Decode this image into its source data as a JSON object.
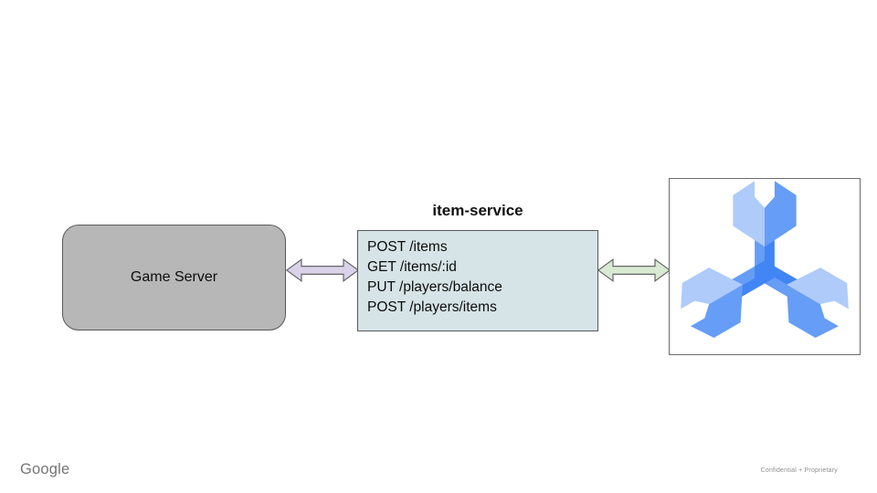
{
  "slide": {
    "footer": {
      "brand": "Google",
      "confidential": "Confidential + Proprietary"
    },
    "diagram": {
      "game_server": {
        "label": "Game Server",
        "fill": "#b7b7b7",
        "border": "#595959"
      },
      "item_service": {
        "title": "item-service",
        "endpoints": [
          "POST /items",
          "GET /items/:id",
          "PUT /players/balance",
          "POST /players/items"
        ],
        "fill": "#d6e3e7",
        "border": "#595959"
      },
      "arrows": [
        {
          "name": "game-server-to-item-service",
          "direction": "bidirectional",
          "fill": "#d9d2e9",
          "border": "#666666"
        },
        {
          "name": "item-service-to-spanner",
          "direction": "bidirectional",
          "fill": "#d9ead3",
          "border": "#666666"
        }
      ],
      "spanner": {
        "icon": "cloud-spanner-icon",
        "colors": {
          "light": "#aecbfa",
          "medium": "#669df6",
          "dark": "#4285f4"
        }
      }
    }
  }
}
